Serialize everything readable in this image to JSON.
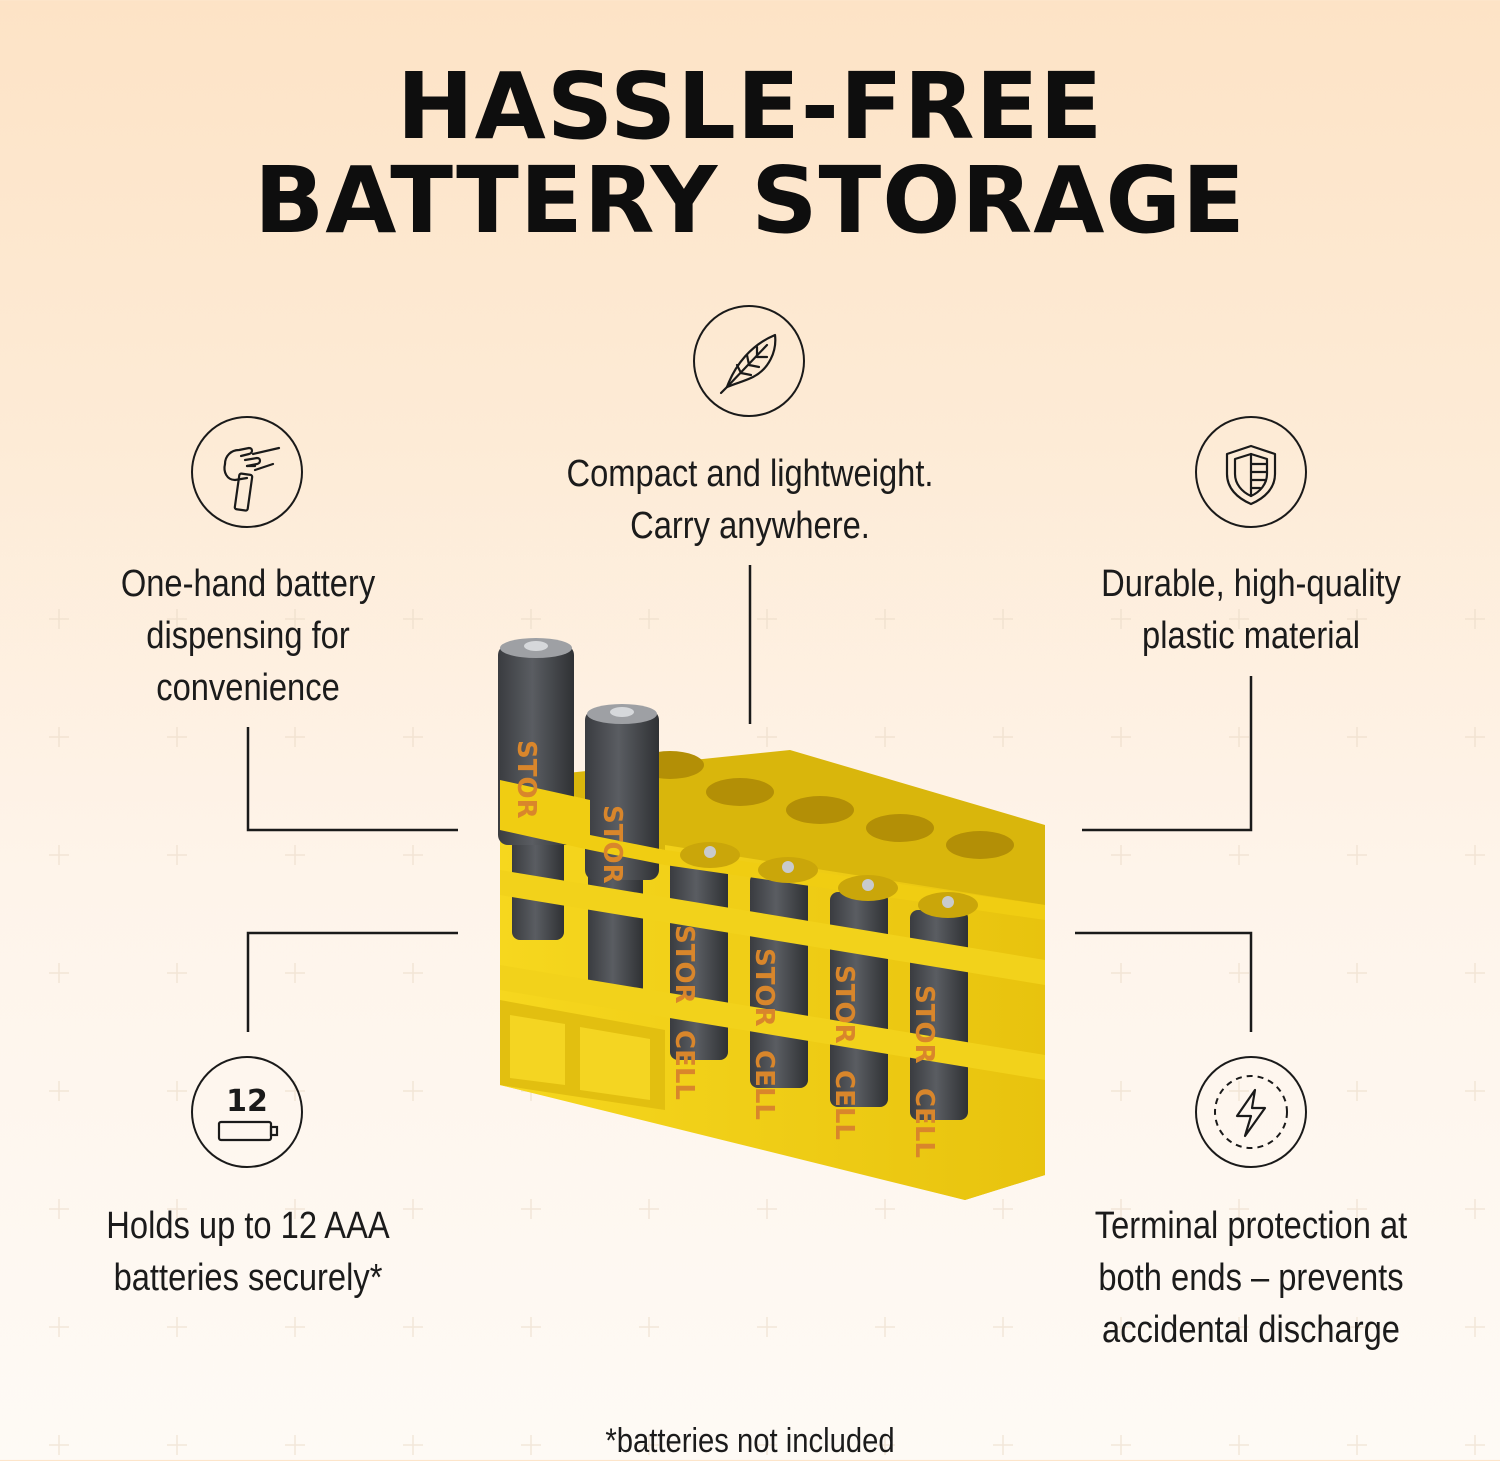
{
  "headline": {
    "line1": "HASSLE-FREE",
    "line2": "BATTERY STORAGE"
  },
  "features": {
    "lightweight": {
      "icon": "feather-icon",
      "line1": "Compact and lightweight.",
      "line2": "Carry anywhere."
    },
    "one_hand": {
      "icon": "hand-pull-icon",
      "line1": "One-hand battery",
      "line2": "dispensing for",
      "line3": "convenience"
    },
    "durable": {
      "icon": "shield-icon",
      "line1": "Durable, high-quality",
      "line2": "plastic material"
    },
    "capacity": {
      "icon": "battery-count-icon",
      "icon_number": "12",
      "line1": "Holds up to 12 AAA",
      "line2": "batteries securely*"
    },
    "terminal": {
      "icon": "lightning-bolt-icon",
      "line1": "Terminal protection at",
      "line2": "both ends – prevents",
      "line3": "accidental discharge"
    }
  },
  "product": {
    "battery_brand_a": "STOR",
    "battery_brand_b": "CELL",
    "colors": {
      "case": "#f2d21b",
      "case_shadow": "#c9a90a",
      "battery": "#4a4c50",
      "battery_text": "#d9862b"
    }
  },
  "footnote": "*batteries not included"
}
